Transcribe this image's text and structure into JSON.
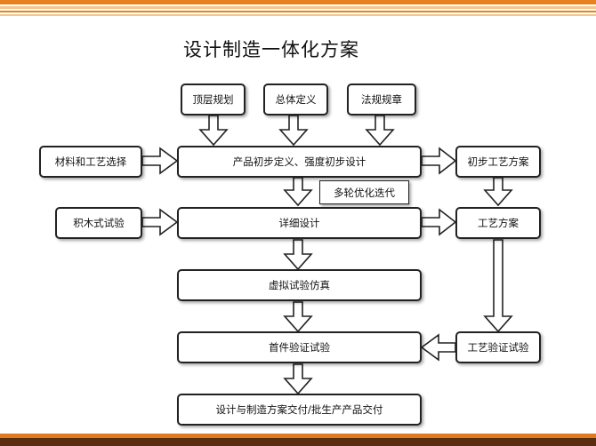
{
  "title": "设计制造一体化方案",
  "inputs_top": [
    "顶层规划",
    "总体定义",
    "法规规章"
  ],
  "side_left": [
    "材料和工艺选择",
    "积木式试验"
  ],
  "main_flow": [
    "产品初步定义、强度初步设计",
    "详细设计",
    "虚拟试验仿真",
    "首件验证试验",
    "设计与制造方案交付/批生产产品交付"
  ],
  "iteration_note": "多轮优化迭代",
  "side_right": [
    "初步工艺方案",
    "工艺方案",
    "工艺验证试验"
  ],
  "colors": {
    "stripe_orange": "#e8821e",
    "stripe_light": "#f4c68a",
    "footer_dark": "#5a2c10",
    "footer_orange": "#e07a20"
  }
}
